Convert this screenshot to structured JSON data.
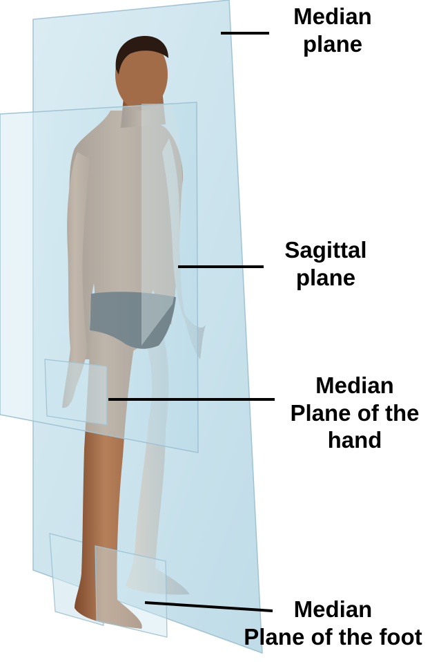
{
  "labels": {
    "median_plane": [
      "Median",
      "plane"
    ],
    "sagittal_plane": [
      "Sagittal",
      "plane"
    ],
    "median_plane_hand": [
      "Median",
      "Plane of the",
      "hand"
    ],
    "median_plane_foot": [
      "Median",
      "Plane of the foot"
    ]
  },
  "colors": {
    "plane_fill": "#b9dbe8",
    "plane_edge": "#9fc3d3",
    "skin": "#b07850",
    "skin_shadow": "#8a5636",
    "hair": "#2a1a12",
    "swimsuit": "#1a1a1a",
    "leader_line": "#000000"
  }
}
